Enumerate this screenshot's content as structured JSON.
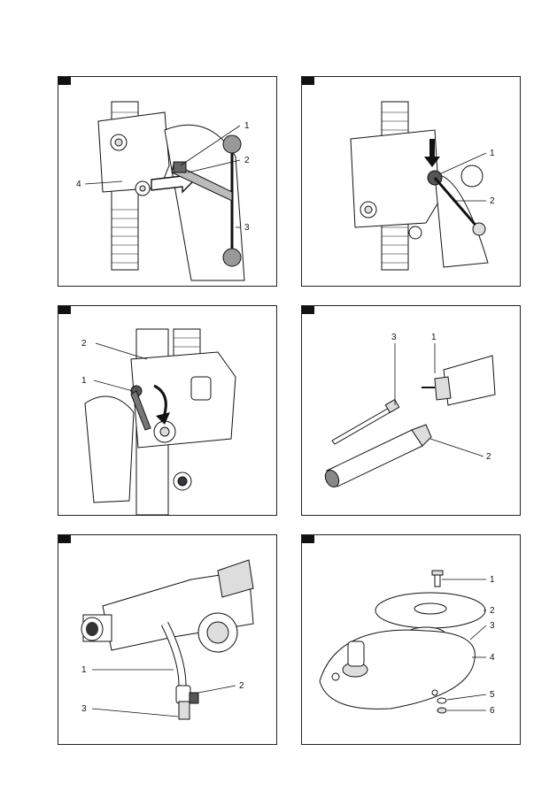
{
  "panels": [
    {
      "callouts": [
        "1",
        "2",
        "3",
        "4"
      ]
    },
    {
      "callouts": [
        "1",
        "2"
      ]
    },
    {
      "callouts": [
        "2",
        "1"
      ]
    },
    {
      "callouts": [
        "3",
        "1",
        "2"
      ]
    },
    {
      "callouts": [
        "1",
        "2",
        "3"
      ]
    },
    {
      "callouts": [
        "1",
        "2",
        "3",
        "4",
        "5",
        "6"
      ]
    }
  ]
}
